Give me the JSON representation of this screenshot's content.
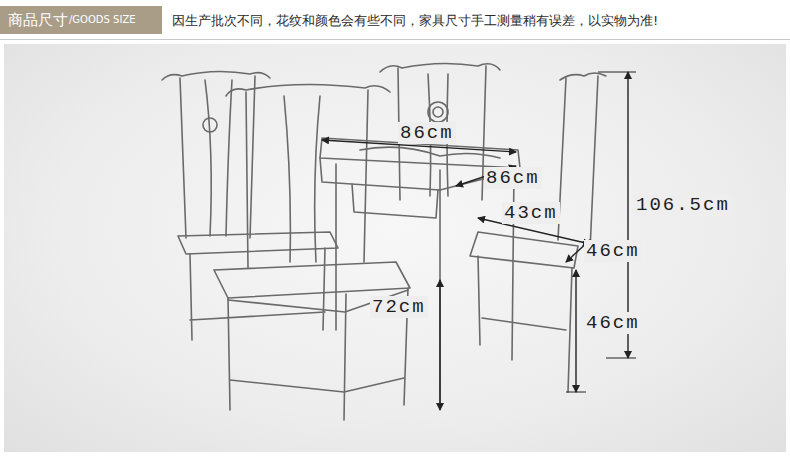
{
  "diagram": {
    "title": "商品尺寸",
    "labels": [
      "/GOODS SIZE",
      "因生产批次不同，花纹和颜色会有些不同，家具尺寸手工测量稍有误差，以实物为准!",
      "86cm",
      "86cm",
      "43cm",
      "106.5cm",
      "46cm",
      "46cm",
      "72cm"
    ]
  }
}
